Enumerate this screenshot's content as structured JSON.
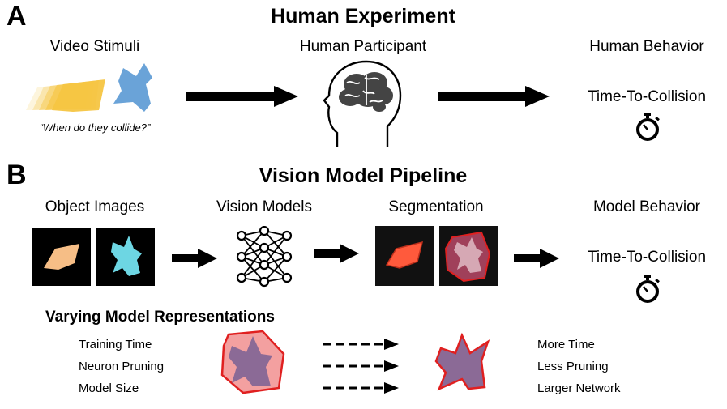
{
  "panel_a": {
    "letter": "A",
    "title": "Human Experiment",
    "stimuli_label": "Video Stimuli",
    "stimuli_caption": "“When do they collide?”",
    "participant_label": "Human Participant",
    "behavior_label": "Human Behavior",
    "behavior_value": "Time-To-Collision"
  },
  "panel_b": {
    "letter": "B",
    "title": "Vision Model Pipeline",
    "object_images_label": "Object Images",
    "vision_models_label": "Vision Models",
    "segmentation_label": "Segmentation",
    "behavior_label": "Model Behavior",
    "behavior_value": "Time-To-Collision"
  },
  "varying": {
    "title": "Varying Model Representations",
    "left_items": [
      "Training Time",
      "Neuron Pruning",
      "Model Size"
    ],
    "right_items": [
      "More Time",
      "Less Pruning",
      "Larger Network"
    ]
  },
  "colors": {
    "yellow_shape": "#f6c542",
    "blue_shape": "#6aa3d8",
    "peach_shape": "#f6be86",
    "cyan_shape": "#6dd6e3",
    "seg_red": "#ff5a3c",
    "purple_fill": "#8b6a96",
    "pink_fill": "#f3a0a0",
    "red_outline": "#e02020"
  },
  "icons": [
    "brain-head-icon",
    "stopwatch-icon",
    "neural-network-icon",
    "arrow-icon"
  ]
}
